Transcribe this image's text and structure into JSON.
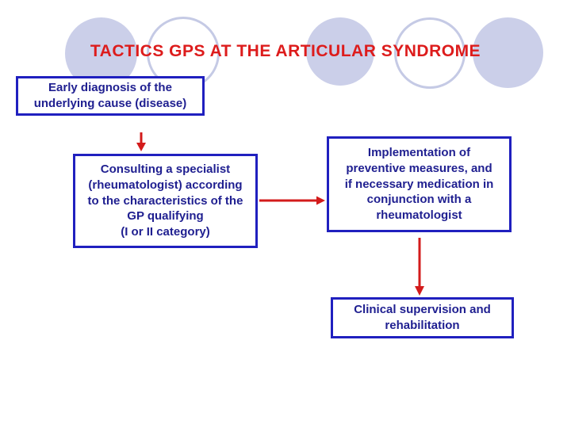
{
  "slide": {
    "title": "TACTICS GPS AT THE ARTICULAR SYNDROME",
    "boxes": {
      "early_diagnosis": "Early diagnosis of the\nunderlying cause (disease)",
      "consulting_specialist": "Consulting a specialist\n(rheumatologist) according\nto the characteristics of the\nGP qualifying\n(I or II category)",
      "implementation": "Implementation of\npreventive measures, and\nif necessary medication in\nconjunction with a\nrheumatologist",
      "clinical_supervision": "Clinical supervision and\nrehabilitation"
    },
    "colors": {
      "background": "#ffffff",
      "title_red": "#dd1c1c",
      "box_border_blue": "#2020bf",
      "box_text_navy": "#1f1f90",
      "arrow_red": "#d31b1b",
      "circle_fill_lavender": "#cbcfe9",
      "circle_stroke_lavender": "#c5cae5"
    }
  }
}
